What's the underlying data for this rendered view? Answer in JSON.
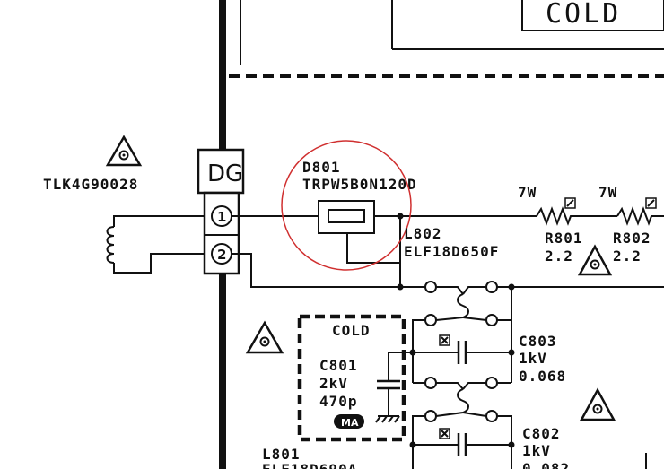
{
  "top_box_label": "COLD",
  "dg_label": "DG",
  "part_tlk": "TLK4G90028",
  "pin1": "1",
  "pin2": "2",
  "d801_ref": "D801",
  "d801_part": "TRPW5B0N120D",
  "l802_ref": "L802",
  "l802_part": "ELF18D650F",
  "r801_watt": "7W",
  "r802_watt": "7W",
  "r801_ref": "R801",
  "r801_val": "2.2",
  "r802_ref": "R802",
  "r802_val": "2.2",
  "cold_label": "COLD",
  "c801_ref": "C801",
  "c801_volt": "2kV",
  "c801_cap": "470p",
  "c801_badge": "MA",
  "c803_ref": "C803",
  "c803_volt": "1kV",
  "c803_cap": "0.068",
  "c802_ref": "C802",
  "c802_volt": "1kV",
  "c802_cap": "0.082",
  "l801_ref": "L801",
  "l801_part": "ELF18D690A",
  "warning_icon": "caution-triangle-icon",
  "fuse_mark_icon": "boxed-x-icon",
  "highlight_color": "#d03030"
}
